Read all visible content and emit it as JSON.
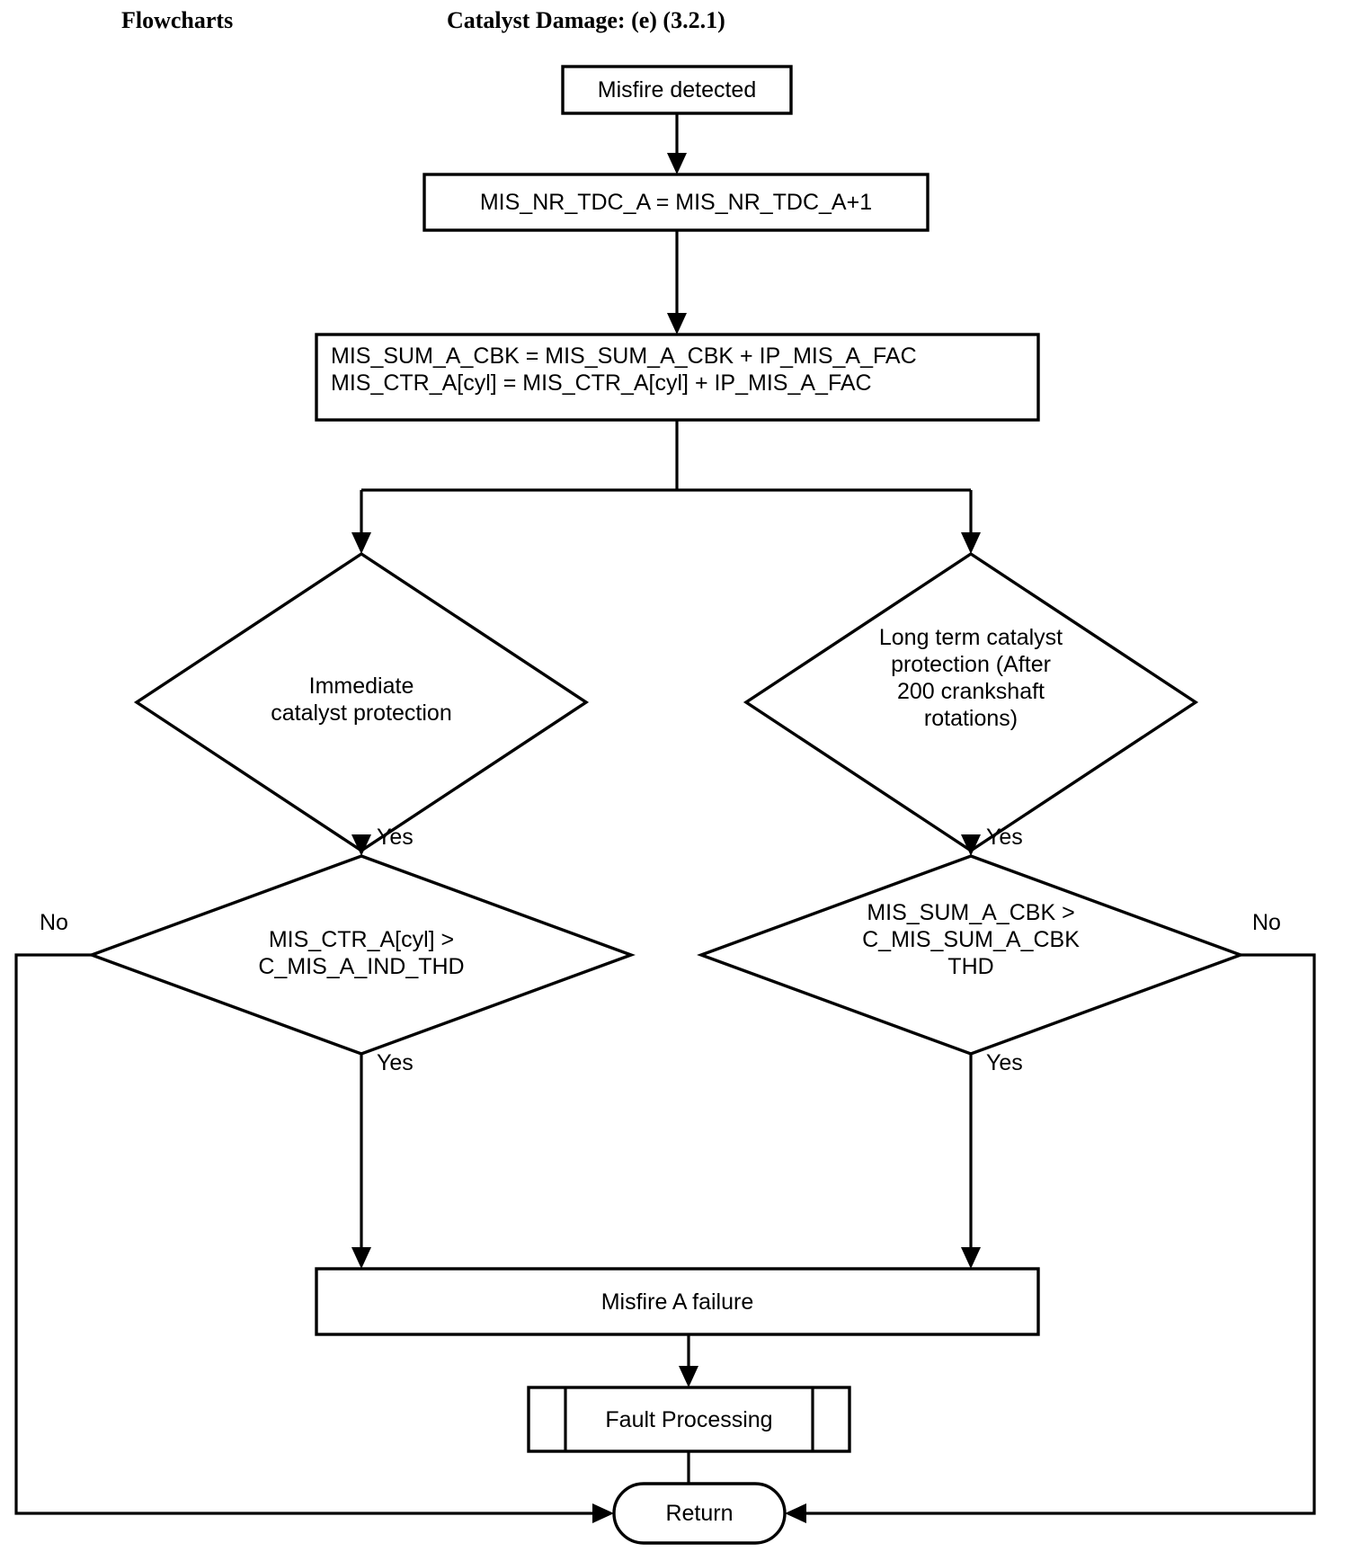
{
  "page": {
    "header_left": "Flowcharts",
    "header_right": "Catalyst Damage: (e) (3.2.1)",
    "background_color": "#ffffff",
    "line_color": "#000000"
  },
  "flowchart": {
    "title": "Catalyst Damage: (e) (3.2.1)",
    "nodes": {
      "start": {
        "shape": "process",
        "label": "Misfire detected"
      },
      "increment_tdc": {
        "shape": "process",
        "label": "MIS_NR_TDC_A = MIS_NR_TDC_A+1"
      },
      "accumulate": {
        "shape": "process",
        "line1": "MIS_SUM_A_CBK = MIS_SUM_A_CBK + IP_MIS_A_FAC",
        "line2": "MIS_CTR_A[cyl] = MIS_CTR_A[cyl] + IP_MIS_A_FAC"
      },
      "immediate_protection": {
        "shape": "decision",
        "line1": "Immediate",
        "line2": "catalyst protection"
      },
      "long_term_protection": {
        "shape": "decision",
        "line1": "Long term catalyst",
        "line2": "protection (After",
        "line3": "200 crankshaft",
        "line4": "rotations)"
      },
      "ctr_threshold": {
        "shape": "decision",
        "line1": "MIS_CTR_A[cyl] >",
        "line2": "C_MIS_A_IND_THD"
      },
      "sum_threshold": {
        "shape": "decision",
        "line1": "MIS_SUM_A_CBK >",
        "line2": "C_MIS_SUM_A_CBK",
        "line3": "THD"
      },
      "misfire_failure": {
        "shape": "process",
        "label": "Misfire A failure"
      },
      "fault_processing": {
        "shape": "predefined-process",
        "label": "Fault Processing"
      },
      "return": {
        "shape": "terminator",
        "label": "Return"
      }
    },
    "edge_labels": {
      "immediate_yes": "Yes",
      "long_term_yes": "Yes",
      "ctr_yes": "Yes",
      "ctr_no": "No",
      "sum_yes": "Yes",
      "sum_no": "No"
    }
  }
}
